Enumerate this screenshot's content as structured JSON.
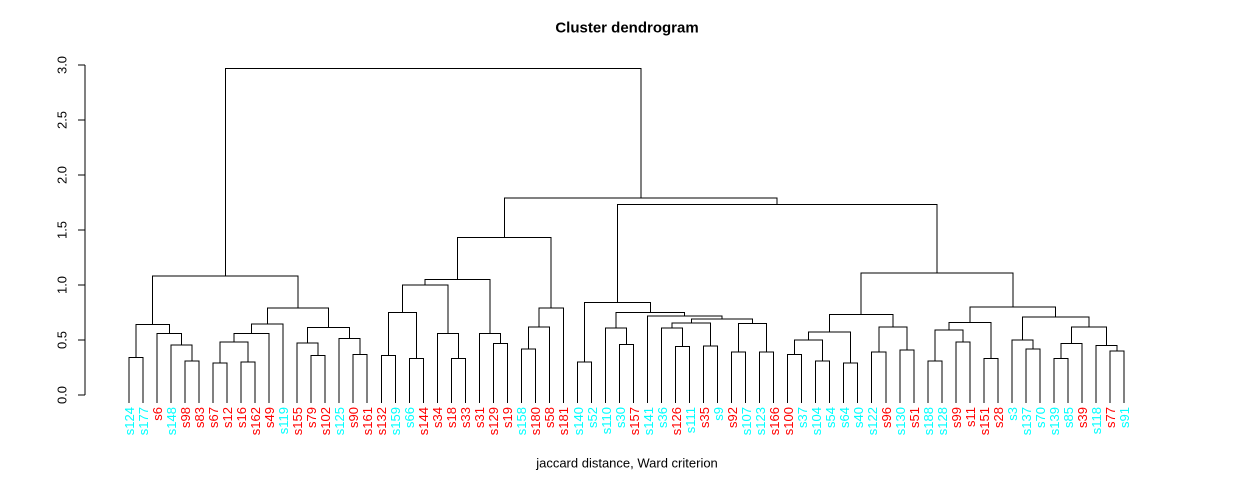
{
  "title": "Cluster dendrogram",
  "xlabel": "jaccard distance, Ward criterion",
  "colors": {
    "red": "#ff0000",
    "cyan": "#00ffff",
    "line": "#000000"
  },
  "chart_data": {
    "type": "dendrogram",
    "title": "Cluster dendrogram",
    "xlabel": "jaccard distance, Ward criterion",
    "ylabel": "",
    "ylim": [
      0.0,
      3.0
    ],
    "yticks": [
      "0.0",
      "0.5",
      "1.0",
      "1.5",
      "2.0",
      "2.5",
      "3.0"
    ],
    "grid": false,
    "root_height": 2.97,
    "leaves": [
      {
        "label": "s124",
        "color": "cyan"
      },
      {
        "label": "s177",
        "color": "cyan"
      },
      {
        "label": "s6",
        "color": "red"
      },
      {
        "label": "s148",
        "color": "cyan"
      },
      {
        "label": "s98",
        "color": "red"
      },
      {
        "label": "s83",
        "color": "red"
      },
      {
        "label": "s67",
        "color": "red"
      },
      {
        "label": "s12",
        "color": "red"
      },
      {
        "label": "s16",
        "color": "red"
      },
      {
        "label": "s162",
        "color": "red"
      },
      {
        "label": "s49",
        "color": "red"
      },
      {
        "label": "s119",
        "color": "cyan"
      },
      {
        "label": "s155",
        "color": "red"
      },
      {
        "label": "s79",
        "color": "red"
      },
      {
        "label": "s102",
        "color": "red"
      },
      {
        "label": "s125",
        "color": "cyan"
      },
      {
        "label": "s90",
        "color": "red"
      },
      {
        "label": "s161",
        "color": "red"
      },
      {
        "label": "s132",
        "color": "red"
      },
      {
        "label": "s159",
        "color": "cyan"
      },
      {
        "label": "s66",
        "color": "cyan"
      },
      {
        "label": "s144",
        "color": "red"
      },
      {
        "label": "s34",
        "color": "red"
      },
      {
        "label": "s18",
        "color": "red"
      },
      {
        "label": "s33",
        "color": "red"
      },
      {
        "label": "s31",
        "color": "red"
      },
      {
        "label": "s129",
        "color": "red"
      },
      {
        "label": "s19",
        "color": "red"
      },
      {
        "label": "s158",
        "color": "cyan"
      },
      {
        "label": "s180",
        "color": "red"
      },
      {
        "label": "s58",
        "color": "red"
      },
      {
        "label": "s181",
        "color": "red"
      },
      {
        "label": "s140",
        "color": "cyan"
      },
      {
        "label": "s52",
        "color": "cyan"
      },
      {
        "label": "s110",
        "color": "cyan"
      },
      {
        "label": "s30",
        "color": "cyan"
      },
      {
        "label": "s157",
        "color": "red"
      },
      {
        "label": "s141",
        "color": "cyan"
      },
      {
        "label": "s36",
        "color": "cyan"
      },
      {
        "label": "s126",
        "color": "red"
      },
      {
        "label": "s111",
        "color": "cyan"
      },
      {
        "label": "s35",
        "color": "red"
      },
      {
        "label": "s9",
        "color": "cyan"
      },
      {
        "label": "s92",
        "color": "red"
      },
      {
        "label": "s107",
        "color": "cyan"
      },
      {
        "label": "s123",
        "color": "cyan"
      },
      {
        "label": "s166",
        "color": "red"
      },
      {
        "label": "s100",
        "color": "red"
      },
      {
        "label": "s37",
        "color": "cyan"
      },
      {
        "label": "s104",
        "color": "cyan"
      },
      {
        "label": "s54",
        "color": "cyan"
      },
      {
        "label": "s64",
        "color": "cyan"
      },
      {
        "label": "s40",
        "color": "cyan"
      },
      {
        "label": "s122",
        "color": "cyan"
      },
      {
        "label": "s96",
        "color": "red"
      },
      {
        "label": "s130",
        "color": "cyan"
      },
      {
        "label": "s51",
        "color": "red"
      },
      {
        "label": "s188",
        "color": "cyan"
      },
      {
        "label": "s128",
        "color": "cyan"
      },
      {
        "label": "s99",
        "color": "red"
      },
      {
        "label": "s11",
        "color": "red"
      },
      {
        "label": "s151",
        "color": "red"
      },
      {
        "label": "s28",
        "color": "red"
      },
      {
        "label": "s3",
        "color": "cyan"
      },
      {
        "label": "s137",
        "color": "cyan"
      },
      {
        "label": "s70",
        "color": "cyan"
      },
      {
        "label": "s139",
        "color": "cyan"
      },
      {
        "label": "s85",
        "color": "cyan"
      },
      {
        "label": "s39",
        "color": "red"
      },
      {
        "label": "s118",
        "color": "cyan"
      },
      {
        "label": "s77",
        "color": "red"
      },
      {
        "label": "s91",
        "color": "cyan"
      }
    ],
    "tree": {
      "h": 2.97,
      "c": [
        {
          "h": 1.08,
          "c": [
            {
              "h": 0.64,
              "c": [
                {
                  "h": 0.34,
                  "c": [
                    0,
                    1
                  ]
                },
                {
                  "h": 0.56,
                  "c": [
                    2,
                    {
                      "h": 0.455,
                      "c": [
                        3,
                        {
                          "h": 0.31,
                          "c": [
                            4,
                            5
                          ]
                        }
                      ]
                    }
                  ]
                }
              ]
            },
            {
              "h": 0.79,
              "c": [
                {
                  "h": 0.645,
                  "c": [
                    {
                      "h": 0.56,
                      "c": [
                        {
                          "h": 0.48,
                          "c": [
                            {
                              "h": 0.29,
                              "c": [
                                6,
                                7
                              ]
                            },
                            {
                              "h": 0.3,
                              "c": [
                                8,
                                9
                              ]
                            }
                          ]
                        },
                        10
                      ]
                    },
                    11
                  ]
                },
                {
                  "h": 0.615,
                  "c": [
                    {
                      "h": 0.475,
                      "c": [
                        12,
                        {
                          "h": 0.36,
                          "c": [
                            13,
                            14
                          ]
                        }
                      ]
                    },
                    {
                      "h": 0.515,
                      "c": [
                        15,
                        {
                          "h": 0.37,
                          "c": [
                            16,
                            17
                          ]
                        }
                      ]
                    }
                  ]
                }
              ]
            }
          ]
        },
        {
          "h": 1.79,
          "c": [
            {
              "h": 1.43,
              "c": [
                {
                  "h": 1.05,
                  "c": [
                    {
                      "h": 1.0,
                      "c": [
                        {
                          "h": 0.75,
                          "c": [
                            {
                              "h": 0.36,
                              "c": [
                                18,
                                19
                              ]
                            },
                            {
                              "h": 0.33,
                              "c": [
                                20,
                                21
                              ]
                            }
                          ]
                        },
                        {
                          "h": 0.56,
                          "c": [
                            22,
                            {
                              "h": 0.33,
                              "c": [
                                23,
                                24
                              ]
                            }
                          ]
                        }
                      ]
                    },
                    {
                      "h": 0.56,
                      "c": [
                        25,
                        {
                          "h": 0.47,
                          "c": [
                            26,
                            27
                          ]
                        }
                      ]
                    }
                  ]
                },
                {
                  "h": 0.79,
                  "c": [
                    {
                      "h": 0.62,
                      "c": [
                        {
                          "h": 0.42,
                          "c": [
                            28,
                            29
                          ]
                        },
                        30
                      ]
                    },
                    31
                  ]
                }
              ]
            },
            {
              "h": 1.73,
              "c": [
                {
                  "h": 0.84,
                  "c": [
                    {
                      "h": 0.3,
                      "c": [
                        32,
                        33
                      ]
                    },
                    {
                      "h": 0.75,
                      "c": [
                        {
                          "h": 0.61,
                          "c": [
                            34,
                            {
                              "h": 0.46,
                              "c": [
                                35,
                                36
                              ]
                            }
                          ]
                        },
                        {
                          "h": 0.72,
                          "c": [
                            37,
                            {
                              "h": 0.69,
                              "c": [
                                {
                                  "h": 0.655,
                                  "c": [
                                    {
                                      "h": 0.61,
                                      "c": [
                                        38,
                                        {
                                          "h": 0.44,
                                          "c": [
                                            39,
                                            40
                                          ]
                                        }
                                      ]
                                    },
                                    {
                                      "h": 0.445,
                                      "c": [
                                        41,
                                        42
                                      ]
                                    }
                                  ]
                                },
                                {
                                  "h": 0.65,
                                  "c": [
                                    {
                                      "h": 0.39,
                                      "c": [
                                        43,
                                        44
                                      ]
                                    },
                                    {
                                      "h": 0.39,
                                      "c": [
                                        45,
                                        46
                                      ]
                                    }
                                  ]
                                }
                              ]
                            }
                          ]
                        }
                      ]
                    }
                  ]
                },
                {
                  "h": 1.11,
                  "c": [
                    {
                      "h": 0.73,
                      "c": [
                        {
                          "h": 0.575,
                          "c": [
                            {
                              "h": 0.5,
                              "c": [
                                {
                                  "h": 0.37,
                                  "c": [
                                    47,
                                    48
                                  ]
                                },
                                {
                                  "h": 0.31,
                                  "c": [
                                    49,
                                    50
                                  ]
                                }
                              ]
                            },
                            {
                              "h": 0.29,
                              "c": [
                                51,
                                52
                              ]
                            }
                          ]
                        },
                        {
                          "h": 0.62,
                          "c": [
                            {
                              "h": 0.39,
                              "c": [
                                53,
                                54
                              ]
                            },
                            {
                              "h": 0.41,
                              "c": [
                                55,
                                56
                              ]
                            }
                          ]
                        }
                      ]
                    },
                    {
                      "h": 0.8,
                      "c": [
                        {
                          "h": 0.66,
                          "c": [
                            {
                              "h": 0.59,
                              "c": [
                                {
                                  "h": 0.31,
                                  "c": [
                                    57,
                                    58
                                  ]
                                },
                                {
                                  "h": 0.48,
                                  "c": [
                                    59,
                                    60
                                  ]
                                }
                              ]
                            },
                            {
                              "h": 0.33,
                              "c": [
                                61,
                                62
                              ]
                            }
                          ]
                        },
                        {
                          "h": 0.71,
                          "c": [
                            {
                              "h": 0.5,
                              "c": [
                                63,
                                {
                                  "h": 0.42,
                                  "c": [
                                    64,
                                    65
                                  ]
                                }
                              ]
                            },
                            {
                              "h": 0.62,
                              "c": [
                                {
                                  "h": 0.47,
                                  "c": [
                                    {
                                      "h": 0.33,
                                      "c": [
                                        66,
                                        67
                                      ]
                                    },
                                    68
                                  ]
                                },
                                {
                                  "h": 0.45,
                                  "c": [
                                    69,
                                    {
                                      "h": 0.4,
                                      "c": [
                                        70,
                                        71
                                      ]
                                    }
                                  ]
                                }
                              ]
                            }
                          ]
                        }
                      ]
                    }
                  ]
                }
              ]
            }
          ]
        }
      ]
    }
  }
}
